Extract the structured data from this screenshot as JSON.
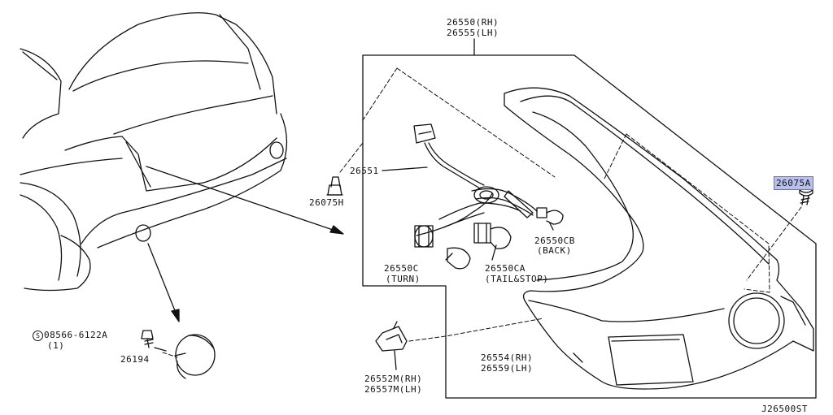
{
  "labels": {
    "assy_rh": "26550(RH)",
    "assy_lh": "26555(LH)",
    "screw_highlight": "26075A",
    "harness": "26551",
    "clip": "26075H",
    "bulb_back_part": "26550CB",
    "bulb_back_name": "(BACK)",
    "bulb_turn_part": "26550C",
    "bulb_turn_name": "(TURN)",
    "bulb_tail_part": "26550CA",
    "bulb_tail_name": "(TAIL&STOP)",
    "bolt_symbol": "S",
    "bolt_part": "08566-6122A",
    "bolt_qty": "(1)",
    "reflector": "26194",
    "socket_rh": "26552M(RH)",
    "socket_lh": "26557M(LH)",
    "body_rh": "26554(RH)",
    "body_lh": "26559(LH)",
    "diagram_id": "J26500ST"
  },
  "colors": {
    "line": "#111111",
    "highlight_fill": "#b9c0ee",
    "highlight_border": "#6b72b8"
  }
}
